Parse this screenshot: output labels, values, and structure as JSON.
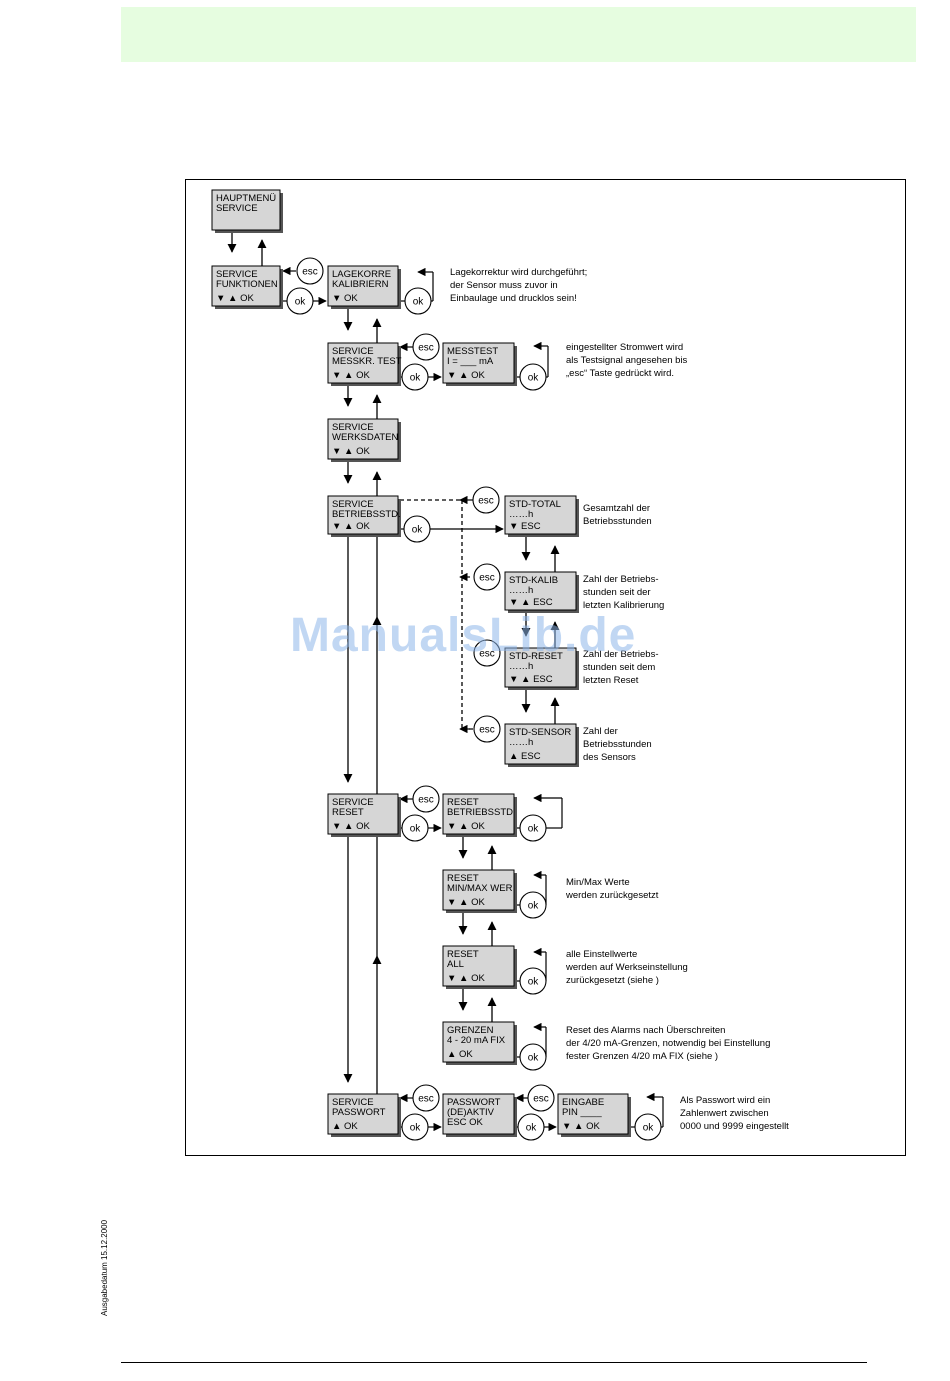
{
  "watermark": "ManualsLib.de",
  "side_date": "Ausgabedatum 15.12.2000",
  "buttons": {
    "esc": "esc",
    "ok": "ok"
  },
  "boxes": [
    {
      "id": "hauptmenu",
      "lines": [
        "HAUPTMENÜ",
        "SERVICE"
      ],
      "keys": ""
    },
    {
      "id": "service-funktionen",
      "lines": [
        "SERVICE",
        "FUNKTIONEN"
      ],
      "keys": "▼  ▲     OK"
    },
    {
      "id": "lagekorre",
      "lines": [
        "LAGEKORRE",
        "KALIBRIERN"
      ],
      "keys": "▼            OK"
    },
    {
      "id": "service-messkr",
      "lines": [
        "SERVICE",
        "MESSKR. TEST"
      ],
      "keys": "▼  ▲     OK"
    },
    {
      "id": "messtest",
      "lines": [
        "MESSTEST",
        "I = ___ mA"
      ],
      "keys": "▼  ▲     OK"
    },
    {
      "id": "service-werksdaten",
      "lines": [
        "SERVICE",
        "WERKSDATEN"
      ],
      "keys": "▼  ▲     OK"
    },
    {
      "id": "service-betriebsstd",
      "lines": [
        "SERVICE",
        "BETRIEBSSTD."
      ],
      "keys": "▼  ▲     OK"
    },
    {
      "id": "std-total",
      "lines": [
        "STD-TOTAL",
        "……h"
      ],
      "keys": "▼            ESC"
    },
    {
      "id": "std-kalib",
      "lines": [
        "STD-KALIB",
        "……h"
      ],
      "keys": "▼  ▲     ESC"
    },
    {
      "id": "std-reset",
      "lines": [
        "STD-RESET",
        "……h"
      ],
      "keys": "▼  ▲     ESC"
    },
    {
      "id": "std-sensor",
      "lines": [
        "STD-SENSOR",
        "……h"
      ],
      "keys": "          ▲     ESC"
    },
    {
      "id": "service-reset",
      "lines": [
        "SERVICE",
        "RESET"
      ],
      "keys": "▼  ▲     OK"
    },
    {
      "id": "reset-betriebsstd",
      "lines": [
        "RESET",
        "BETRIEBSSTD"
      ],
      "keys": "▼  ▲     OK"
    },
    {
      "id": "reset-minmax",
      "lines": [
        "RESET",
        "MIN/MAX WER"
      ],
      "keys": "▼  ▲     OK"
    },
    {
      "id": "reset-all",
      "lines": [
        "RESET",
        "ALL"
      ],
      "keys": "▼  ▲     OK"
    },
    {
      "id": "grenzen",
      "lines": [
        "GRENZEN",
        "4 - 20 mA FIX"
      ],
      "keys": "          ▲     OK"
    },
    {
      "id": "service-passwort",
      "lines": [
        "SERVICE",
        "PASSWORT"
      ],
      "keys": "          ▲     OK"
    },
    {
      "id": "passwort-deaktiv",
      "lines": [
        "PASSWORT",
        "(DE)AKTIV",
        "ESC OK"
      ],
      "keys": ""
    },
    {
      "id": "eingabe-pin",
      "lines": [
        "EINGABE",
        "PIN ____"
      ],
      "keys": "▼  ▲     OK"
    }
  ],
  "notes": [
    {
      "id": "lagekorrektur",
      "lines": [
        "Lagekorrektur wird durchgeführt;",
        "der Sensor muss zuvor in",
        "Einbaulage und drucklos sein!"
      ]
    },
    {
      "id": "stromwert",
      "lines": [
        "eingestellter Stromwert wird",
        "als Testsignal angesehen bis",
        "„esc“ Taste gedrückt wird."
      ]
    },
    {
      "id": "std-total-note",
      "lines": [
        "Gesamtzahl der",
        "Betriebsstunden"
      ]
    },
    {
      "id": "std-kalib-note",
      "lines": [
        "Zahl der Betriebs-",
        "stunden seit der",
        "letzten Kalibrierung"
      ]
    },
    {
      "id": "std-reset-note",
      "lines": [
        "Zahl der Betriebs-",
        "stunden seit dem",
        "letzten Reset"
      ]
    },
    {
      "id": "std-sensor-note",
      "lines": [
        "Zahl der",
        "Betriebsstunden",
        "des Sensors"
      ]
    },
    {
      "id": "minmax-note",
      "lines": [
        "Min/Max Werte",
        "werden zurückgesetzt"
      ]
    },
    {
      "id": "reset-all-note",
      "lines": [
        "alle Einstellwerte",
        "werden auf Werkseinstellung",
        "zurückgesetzt (siehe      )"
      ]
    },
    {
      "id": "grenzen-note",
      "lines": [
        "Reset des Alarms nach Überschreiten",
        "der 4/20 mA-Grenzen, notwendig bei Einstellung",
        "fester Grenzen 4/20 mA FIX (siehe       )"
      ]
    },
    {
      "id": "passwort-note",
      "lines": [
        "Als Passwort wird ein",
        "Zahlenwert zwischen",
        "0000 und 9999 eingestellt"
      ]
    }
  ]
}
